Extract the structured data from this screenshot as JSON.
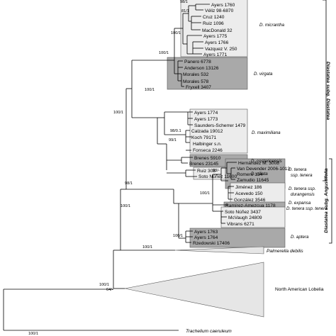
{
  "colors": {
    "box_light": "#ececec",
    "box_dark": "#a9a9a9",
    "box_border": "#555555",
    "triangle_fill": "#e6e6e6",
    "branch": "#000000"
  },
  "taxa": [
    "Ayers 1760",
    "Véliz 98-6870",
    "Cruz 1240",
    "Ruiz 1096",
    "MacDonald 32",
    "Ayers 1775",
    "Ayers 1766",
    "Vazquez V. 250",
    "Ayers 1771",
    "Panero 6778",
    "Anderson 13126",
    "Morales 532",
    "Morales 578",
    "Fryxell 3407",
    "Ayers 1774",
    "Ayers 1773",
    "Saunders-Scherrer 1479",
    "Calzada 19012",
    "Koch 79171",
    "Halbinger s.n.",
    "Fonseca 2246",
    "Brenes 5910",
    "Brenes 23145",
    "Ruiz 308",
    "Soto Núñez 11600",
    "Hernández M. 3008",
    "Van Devender 2006-1013",
    "Romero 134",
    "Zamudio 11645",
    "Jiménez 186",
    "Acevedo 150",
    "González 3546",
    "Ramírez-Amezcua 1178",
    "Soto Núñez 3437",
    "McVaugh 24809",
    "Vibrans 6271",
    "Ayers 1763",
    "Ayers 1764",
    "Rzedowski 17406"
  ],
  "clades": {
    "micrantha": "D. micrantha",
    "virgata": "D. virgata",
    "maximiliana": "D. maximiliana",
    "costaricensis": "D. costaricensis",
    "ciliata": "D. ciliata",
    "tenera_line1": "D. tenera",
    "tenera_line2": "ssp. tenera",
    "durangensis_line1": "D. tenera ssp.",
    "durangensis_line2": "durangensis",
    "expansa": "D. expansa",
    "tenera_ssp_tenera": "D. tenera ssp. tenera",
    "aptera": "D. aptera"
  },
  "outgroups": {
    "palmerella": "Palmerella debilis",
    "lobelia": "North American Lobelia",
    "trachelium": "Trachelium caeruleum"
  },
  "subgenera": {
    "diastatea": "Diastatea subg. Diastatea",
    "angustifolia": "Diastatea subg. Angustifolia"
  },
  "support": {
    "s_981": "98/1",
    "s_811": "81/1",
    "s_1001_a": "100/1",
    "s_1001_b": "100/1",
    "s_1001_c": "100/1",
    "s_9810": "98/0.1",
    "s_991": "99/1",
    "s_1001_d": "100/1",
    "s_981b": "98/1",
    "s_931": "93/-",
    "s_1001_e": "100/1",
    "s_1001_f": "100/1",
    "s_1001_g": "100/1",
    "s_1001_h": "100/1",
    "s_64": "64/-",
    "s_1001_i": "100/1"
  }
}
